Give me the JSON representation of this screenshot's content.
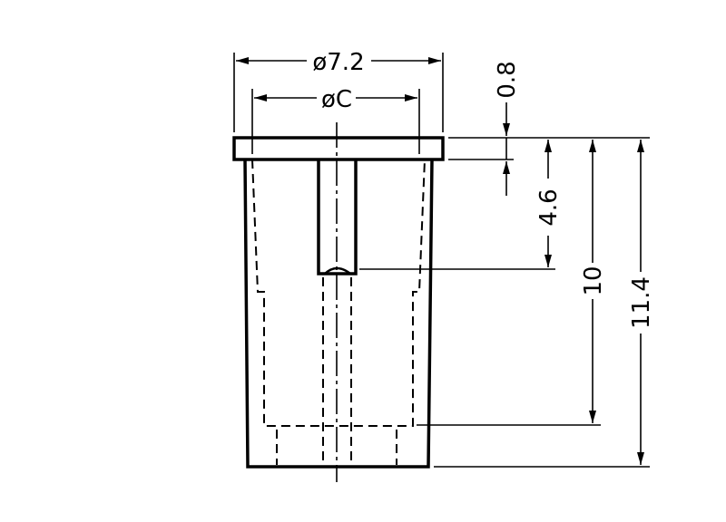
{
  "drawing": {
    "line_color": "#000000",
    "background": "#ffffff",
    "dimensions": {
      "outer_diameter": "ø7.2",
      "inner_diameter": "øC",
      "flange_thickness": "0.8",
      "bore_depth": "4.6",
      "inner_depth": "10",
      "total_height": "11.4"
    }
  }
}
